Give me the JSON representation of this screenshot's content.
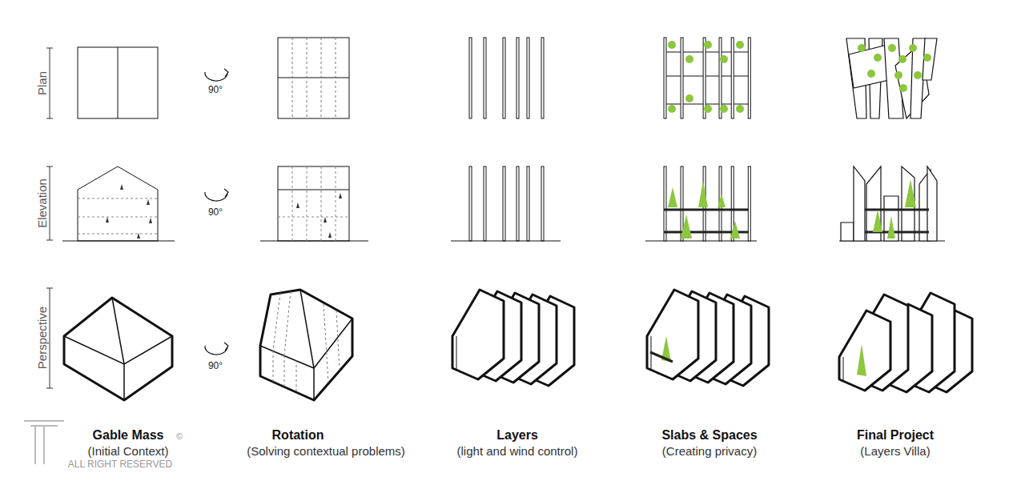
{
  "diagram": {
    "labels": [
      "Plan",
      "Elevation",
      "Perspective",
      "90°",
      "90°",
      "90°",
      "Gable Mass",
      "(Initial Context)",
      "Rotation",
      "(Solving contextual problems)",
      "Layers",
      "(light and wind control)",
      "Slabs & Spaces",
      "(Creating privacy)",
      "Final Project",
      "(Layers Villa)",
      "ALL RIGHT RESERVED",
      "©"
    ]
  }
}
